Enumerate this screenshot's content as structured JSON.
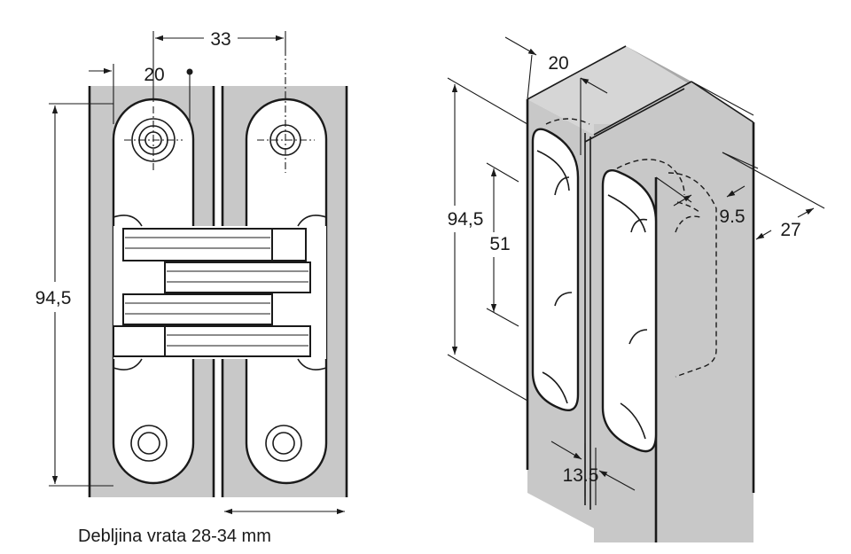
{
  "front_view": {
    "dim_33": "33",
    "dim_20": "20",
    "dim_94_5": "94,5",
    "caption": "Debljina vrata 28-34 mm"
  },
  "iso_view": {
    "dim_20": "20",
    "dim_94_5": "94,5",
    "dim_51": "51",
    "dim_9_5": "9.5",
    "dim_27": "27",
    "dim_13_5": "13.5"
  }
}
